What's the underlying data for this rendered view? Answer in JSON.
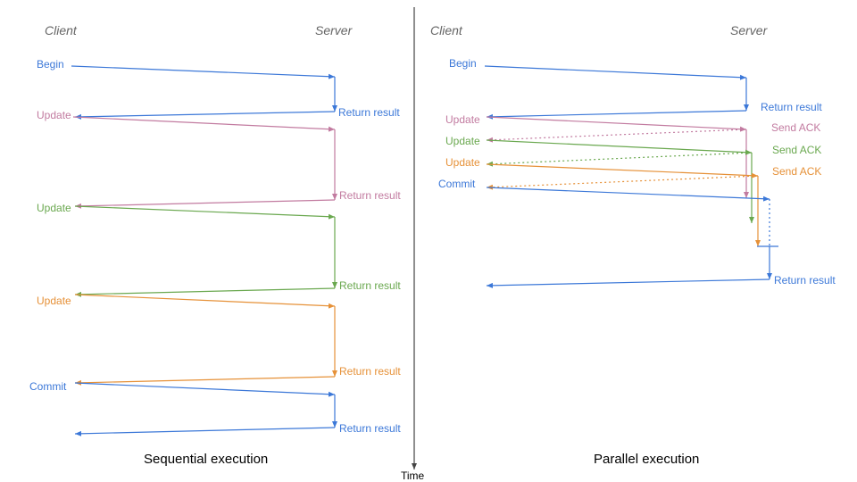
{
  "colors": {
    "blue": "#3c78d8",
    "pink": "#c27ba0",
    "green": "#6aa84f",
    "orange": "#e69138",
    "axis": "#444444",
    "header": "#666666"
  },
  "time_label": "Time",
  "sequential": {
    "caption": "Sequential execution",
    "client_header": "Client",
    "server_header": "Server",
    "client_labels": [
      "Begin",
      "Update",
      "Update",
      "Update",
      "Commit"
    ],
    "server_labels": [
      "Return result",
      "Return result",
      "Return result",
      "Return result",
      "Return result"
    ]
  },
  "parallel": {
    "caption": "Parallel execution",
    "client_header": "Client",
    "server_header": "Server",
    "client_labels": [
      "Begin",
      "Update",
      "Update",
      "Update",
      "Commit"
    ],
    "server_labels": [
      "Return result",
      "Send ACK",
      "Send ACK",
      "Send ACK",
      "Return result"
    ]
  }
}
